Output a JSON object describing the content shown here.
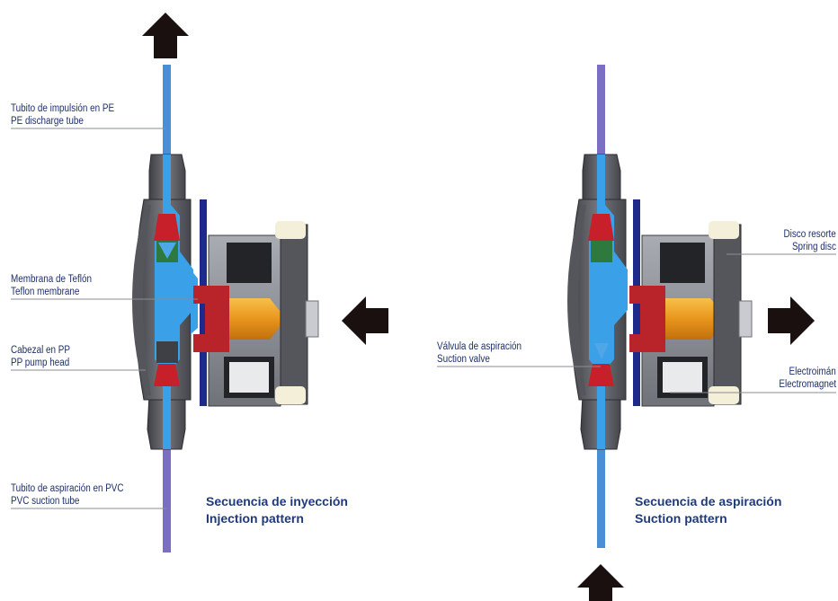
{
  "injection": {
    "labels": {
      "discharge_es": "Tubito de impulsión en PE",
      "discharge_en": "PE discharge tube",
      "membrane_es": "Membrana de Teflón",
      "membrane_en": "Teflon membrane",
      "head_es": "Cabezal en PP",
      "head_en": "PP pump head",
      "suction_es": "Tubito de aspiración en PVC",
      "suction_en": "PVC suction tube"
    },
    "caption_es": "Secuencia de inyección",
    "caption_en": "Injection pattern"
  },
  "suction": {
    "labels": {
      "valve_es": "Válvula de aspiración",
      "valve_en": "Suction valve",
      "spring_es": "Disco resorte",
      "spring_en": "Spring disc",
      "magnet_es": "Electroimán",
      "magnet_en": "Electromagnet"
    },
    "caption_es": "Secuencia de aspiración",
    "caption_en": "Suction pattern"
  },
  "colors": {
    "arrow": "#1a1010",
    "tube_blue": "#4a8fd6",
    "tube_purple": "#7b6fc4",
    "fluid": "#3aa0e8",
    "body_grey": "#5e6066",
    "valve_red": "#c8202a",
    "plunger_orange": "#f0a020",
    "magnet_grey": "#8a8d94",
    "label_text": "#1d2f6b",
    "caption_text": "#1f3a7a"
  }
}
